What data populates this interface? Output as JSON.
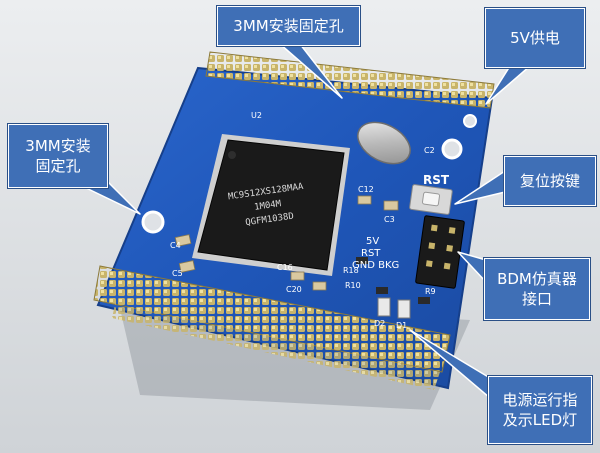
{
  "chip": {
    "line1": "MC9S12XS128MAA",
    "line2": "1M04M",
    "line3": "QGFM1038D"
  },
  "board_labels": {
    "rst": "RST",
    "power_5v": "5V",
    "rst_small": "RST",
    "gnd_bkg": "GND BKG",
    "u2": "U2",
    "c2": "C2",
    "c3": "C3",
    "c4": "C4",
    "c5": "C5",
    "c12": "C12",
    "c16": "C16",
    "c20": "C20",
    "r9": "R9",
    "r10": "R10",
    "r18": "R18",
    "d1": "D1",
    "d2": "D2"
  },
  "callouts": {
    "mount_top": "3MM安装固定孔",
    "power": "5V供电",
    "mount_left": "3MM安装\n固定孔",
    "reset": "复位按键",
    "bdm": "BDM仿真器\n接口",
    "led": "电源运行指\n及示LED灯"
  },
  "colors": {
    "pcb": "#1f56b8",
    "callout_fill": "#3f6fb6",
    "callout_border": "#ffffff",
    "pin_gold": "#c8b46a",
    "header_black": "#1a1a1a"
  }
}
